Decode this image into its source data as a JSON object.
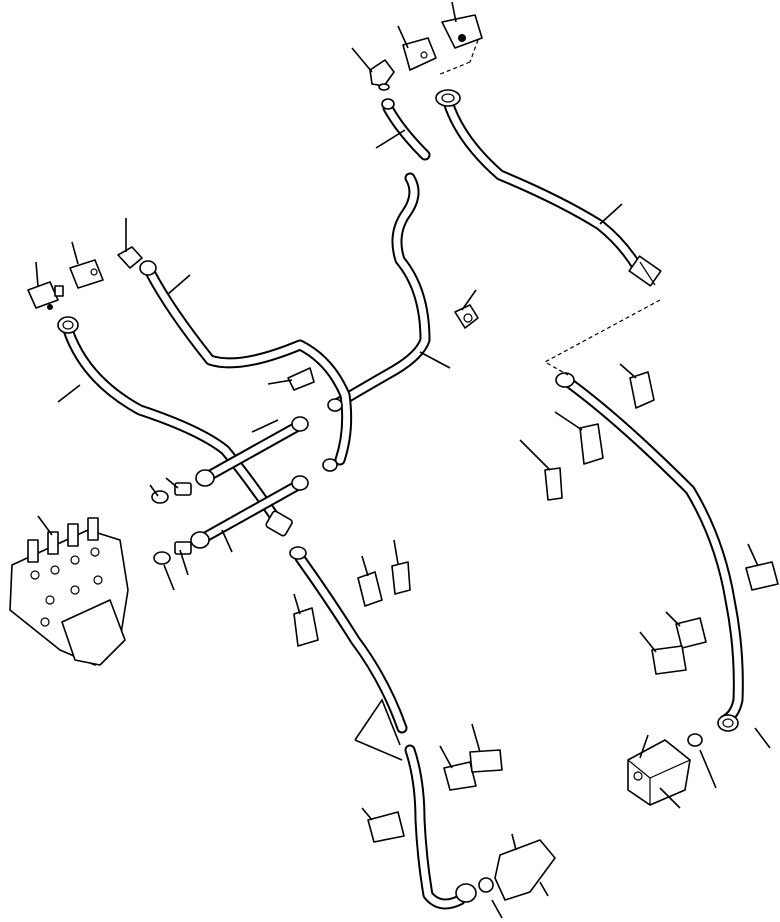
{
  "diagram": {
    "hoses": [
      {
        "id": "upper-right-hose"
      },
      {
        "id": "center-long-tube"
      },
      {
        "id": "left-upper-tube"
      },
      {
        "id": "left-long-hose"
      },
      {
        "id": "middle-short-hose-1"
      },
      {
        "id": "middle-short-hose-2"
      },
      {
        "id": "lower-center-tube"
      },
      {
        "id": "bottom-tube"
      },
      {
        "id": "right-long-tube"
      },
      {
        "id": "top-short-hose"
      }
    ],
    "components": [
      "control-valve-assembly",
      "elbow-fitting",
      "clamp",
      "bracket",
      "plate",
      "o-ring",
      "connector",
      "adapter-block"
    ]
  }
}
